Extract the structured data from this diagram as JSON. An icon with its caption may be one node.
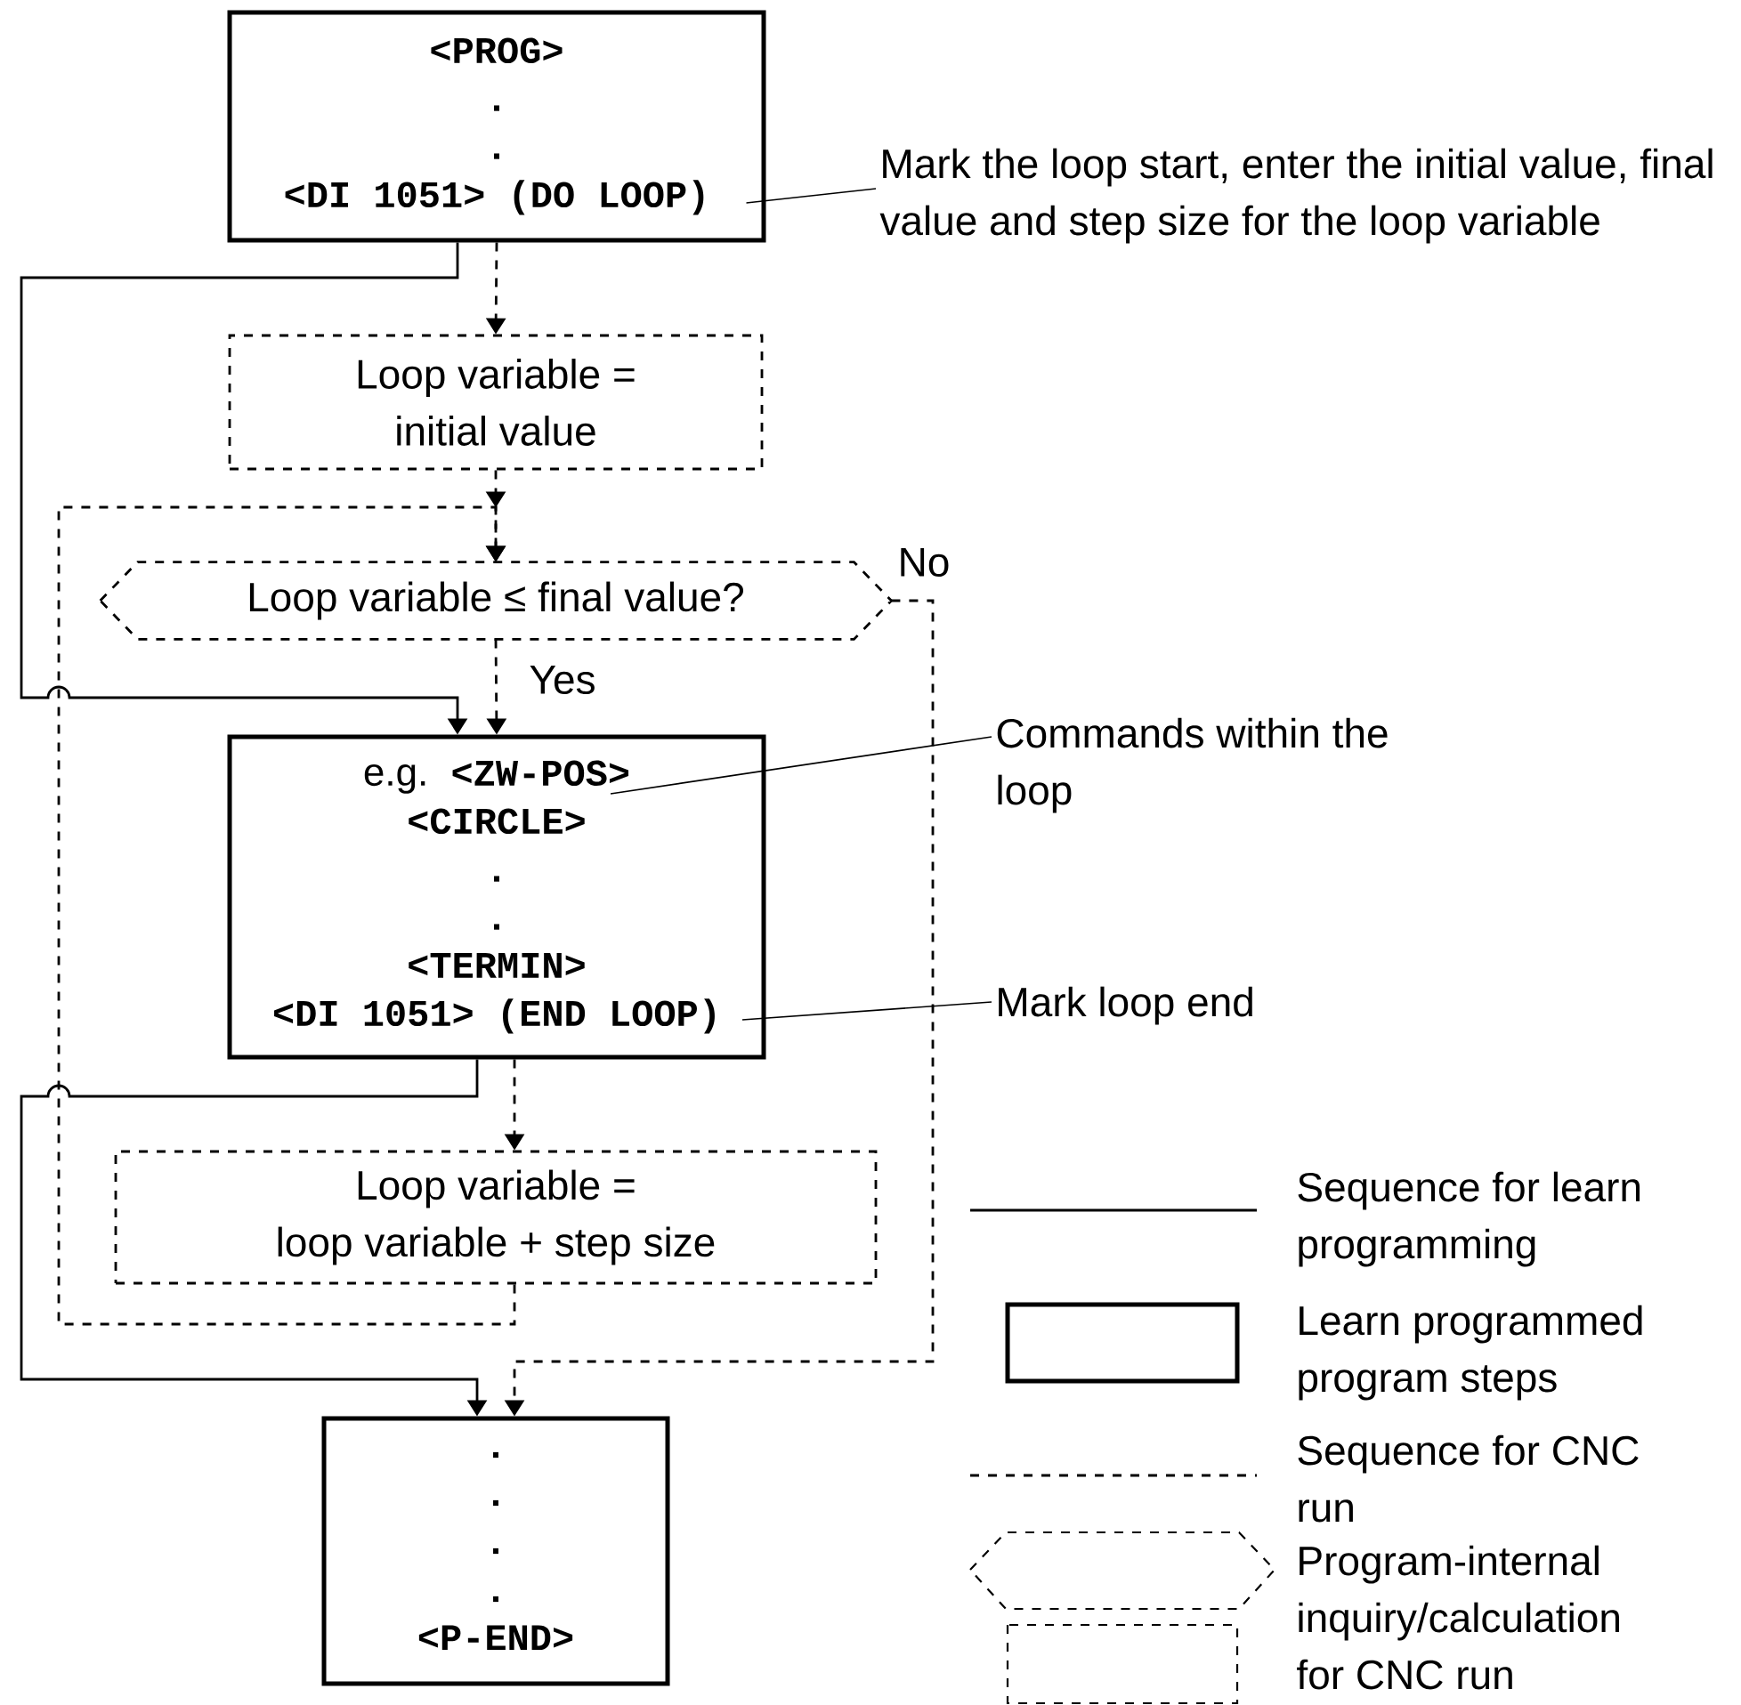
{
  "diagram": {
    "nodes": [
      {
        "text": [
          "<PROG>",
          ".",
          ".",
          "<DI 1051> (DO LOOP)"
        ]
      },
      {
        "text": [
          "Loop variable = initial value"
        ]
      },
      {
        "text": [
          "Loop variable ≤ final value?"
        ]
      },
      {
        "text": [
          "e.g.",
          "<ZW-POS>",
          "<CIRCLE>",
          ".",
          ".",
          "<TERMIN>",
          "<DI 1051> (END LOOP)"
        ]
      },
      {
        "text": [
          "Loop variable = loop variable + step size"
        ]
      },
      {
        "text": [
          ".",
          ".",
          ".",
          ".",
          "<P-END>"
        ]
      },
      {
        "text": [
          "Mark the loop start, enter the initial value, final value and step size for the loop variable"
        ]
      },
      {
        "text": [
          "Commands within the loop"
        ]
      },
      {
        "text": [
          "Mark loop end"
        ]
      }
    ],
    "edges": [
      {
        "from": 0,
        "to": 1,
        "arrow": "to",
        "style": "dashed"
      },
      {
        "from": 0,
        "to": 3,
        "arrow": "to"
      },
      {
        "from": 1,
        "to": 2,
        "arrow": "to",
        "style": "dashed"
      },
      {
        "from": 2,
        "to": 3,
        "arrow": "to",
        "style": "dashed",
        "label": "Yes"
      },
      {
        "from": 2,
        "to": 5,
        "arrow": "to",
        "style": "dashed",
        "label": "No"
      },
      {
        "from": 3,
        "to": 4,
        "arrow": "to",
        "style": "dashed"
      },
      {
        "from": 3,
        "to": 5,
        "arrow": "to"
      },
      {
        "from": 4,
        "to": 2,
        "arrow": "to",
        "style": "dashed"
      },
      {
        "from": 6,
        "to": 0,
        "arrow": "none"
      },
      {
        "from": 7,
        "to": 3,
        "arrow": "none"
      },
      {
        "from": 8,
        "to": 3,
        "arrow": "none"
      }
    ],
    "legend": [
      {
        "text": "Sequence for learn programming"
      },
      {
        "text": "Learn programmed program steps"
      },
      {
        "text": "Sequence for CNC run"
      },
      {
        "text": "Program-internal inquiry/calculation for CNC run"
      }
    ]
  }
}
